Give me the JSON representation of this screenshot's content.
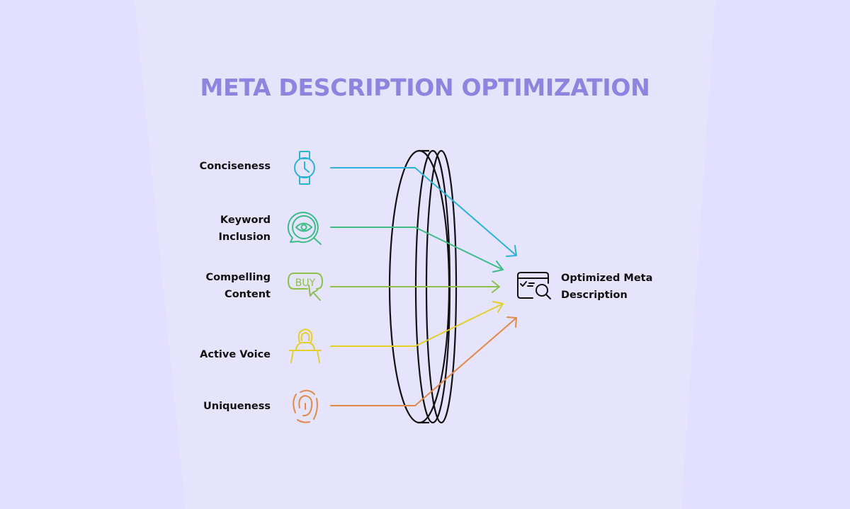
{
  "title": "META DESCRIPTION OPTIMIZATION",
  "inputs": [
    {
      "label_lines": [
        "Conciseness"
      ],
      "icon": "watch-icon",
      "color": "#2bb3dc"
    },
    {
      "label_lines": [
        "Keyword",
        "Inclusion"
      ],
      "icon": "eye-search-icon",
      "color": "#3dbd86"
    },
    {
      "label_lines": [
        "Compelling",
        "Content"
      ],
      "icon": "buy-click-icon",
      "color": "#8cc04a"
    },
    {
      "label_lines": [
        "Active Voice"
      ],
      "icon": "speaker-podium-icon",
      "color": "#e2cf2c"
    },
    {
      "label_lines": [
        "Uniqueness"
      ],
      "icon": "fingerprint-icon",
      "color": "#e08a45"
    }
  ],
  "output": {
    "label_lines": [
      "Optimized Meta",
      "Description"
    ],
    "icon": "webpage-search-icon",
    "color": "#111111"
  },
  "center": {
    "icon": "lens-icon",
    "color": "#111111"
  },
  "colors": {
    "background": "#e6e3fd",
    "title": "#8d84e0"
  }
}
